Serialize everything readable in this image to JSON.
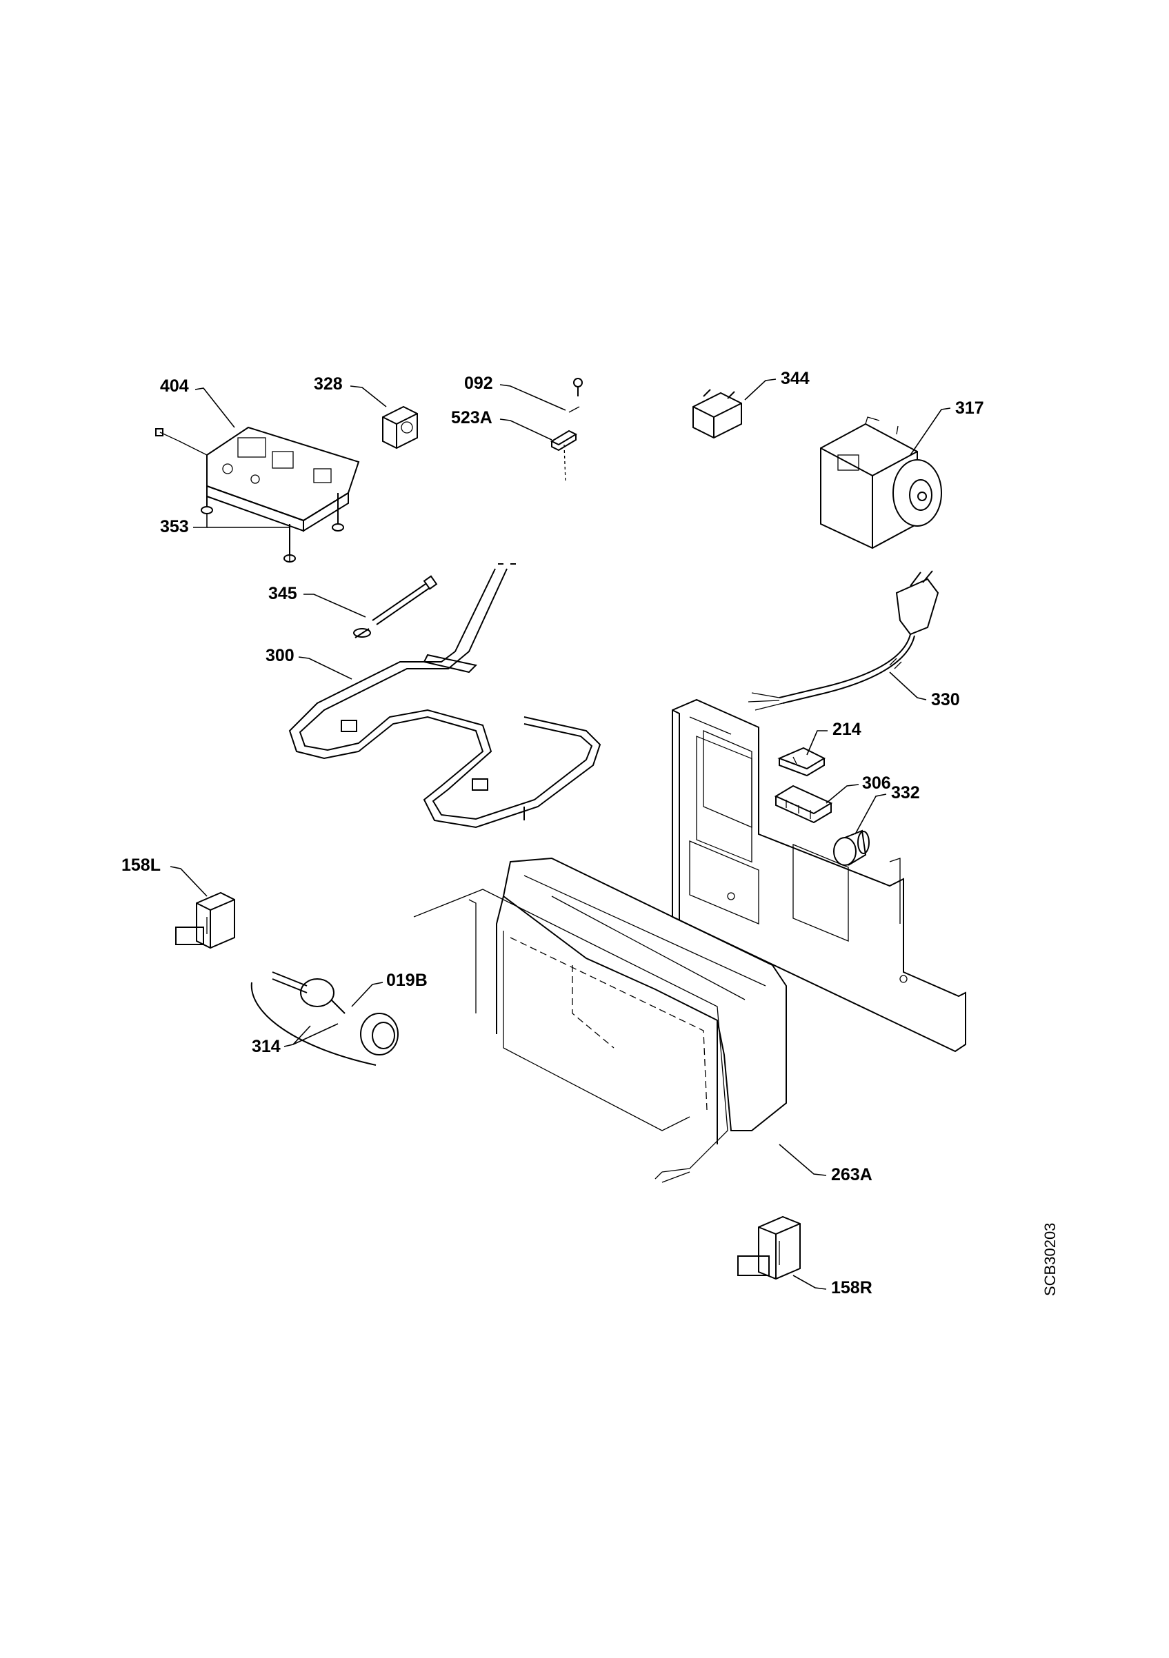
{
  "diagram": {
    "drawing_code": "SCB30203",
    "part_labels": {
      "p404": "404",
      "p328": "328",
      "p092": "092",
      "p523a": "523A",
      "p344": "344",
      "p317": "317",
      "p353": "353",
      "p345": "345",
      "p300": "300",
      "p330": "330",
      "p214": "214",
      "p306": "306",
      "p332": "332",
      "p158l": "158L",
      "p019b": "019B",
      "p314": "314",
      "p263a": "263A",
      "p158r": "158R"
    }
  }
}
